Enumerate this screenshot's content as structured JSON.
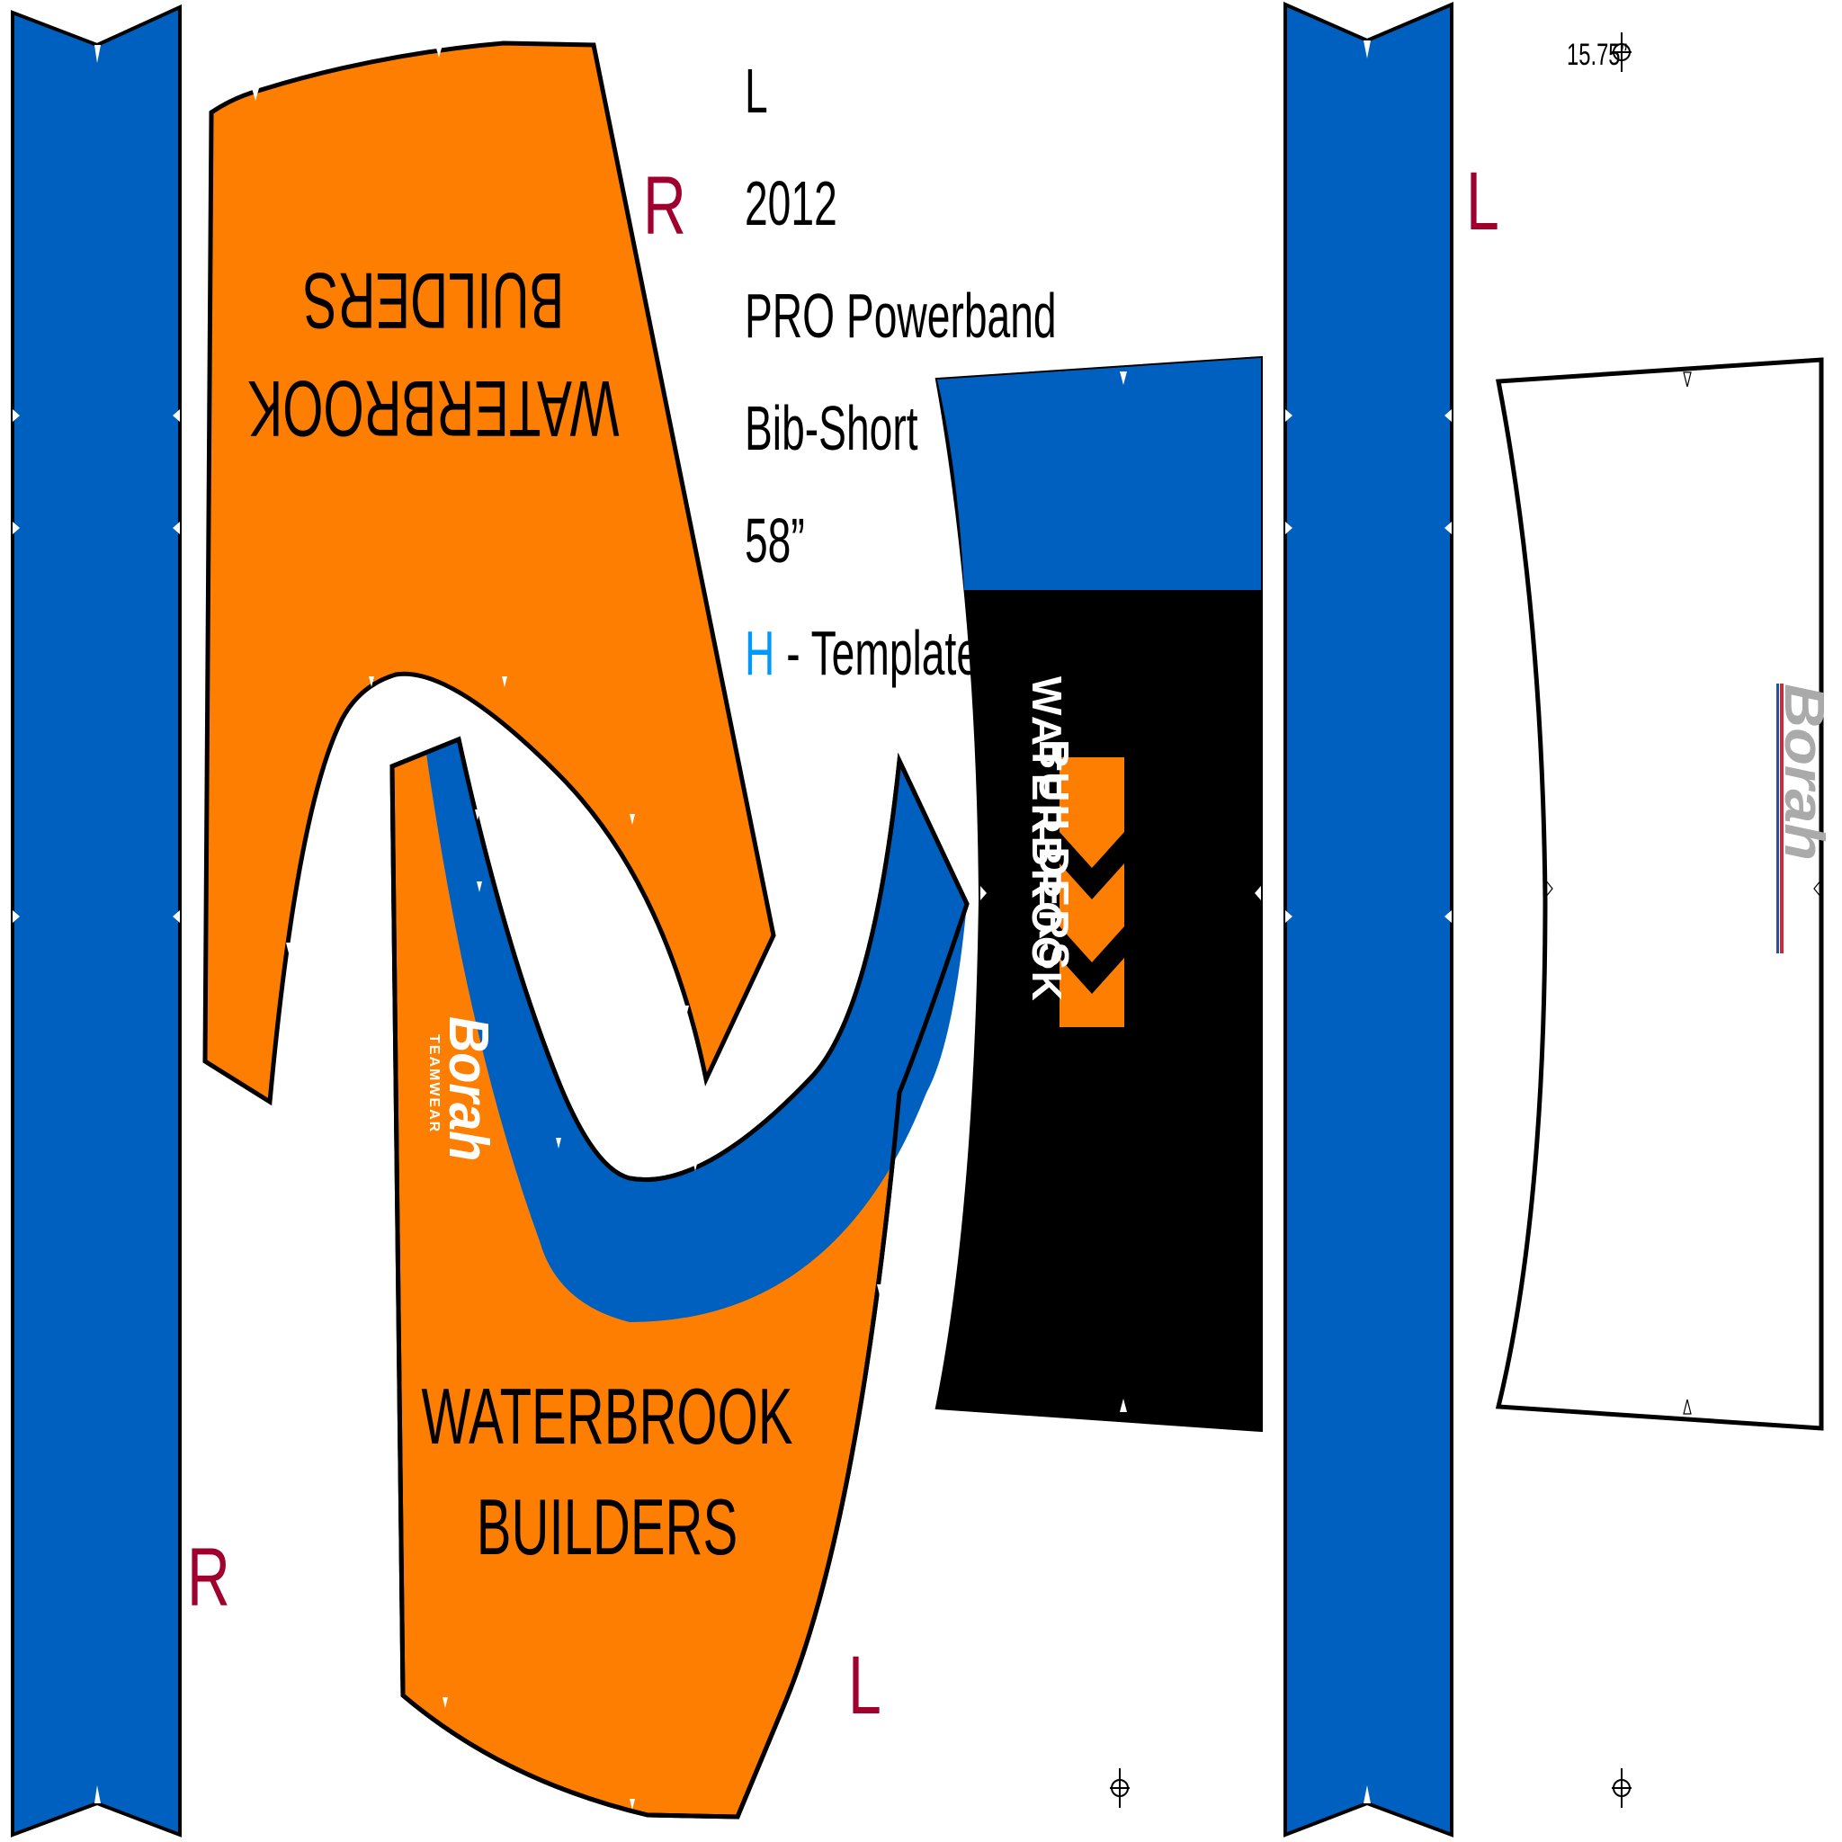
{
  "colors": {
    "blue": "#0060c0",
    "orange": "#fe7e01",
    "black": "#000000",
    "white": "#ffffff",
    "side_letter": "#a0002e",
    "accent_blue": "#0099ff",
    "grey_logo": "#aaaaaa"
  },
  "spec": {
    "size": "L",
    "year": "2012",
    "line3": "PRO Powerband",
    "line4": "Bib-Short",
    "line5": "58”",
    "template_letter": "H",
    "template_rest": " - Template"
  },
  "measure_label": "15.75”",
  "side_labels": {
    "orange_top": "R",
    "orange_bottom": "L",
    "left_strip": "R",
    "right_strip": "L"
  },
  "brand": {
    "line1": "WATERBROOK",
    "line2": "BUILDERS",
    "logo_word": "Borah",
    "logo_sub": "TEAMWEAR"
  },
  "icons": [
    "registration-mark-icon",
    "notch-marker-icon",
    "waterbrook-w-logo-icon",
    "borah-logo-icon"
  ]
}
